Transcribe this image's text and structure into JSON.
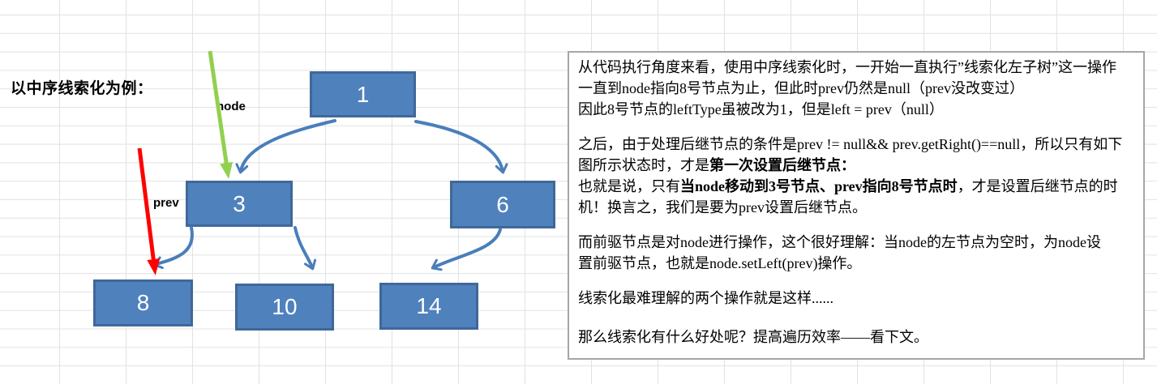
{
  "canvas": {
    "title": "以中序线索化为例："
  },
  "pointers": {
    "node_label": "node",
    "prev_label": "prev"
  },
  "tree": {
    "nodes": {
      "n1": "1",
      "n3": "3",
      "n6": "6",
      "n8": "8",
      "n10": "10",
      "n14": "14"
    },
    "edges": [
      "1-3",
      "1-6",
      "3-8",
      "3-10",
      "6-14"
    ]
  },
  "colors": {
    "node_fill": "#4F81BD",
    "node_border": "#3F6899",
    "connector_blue": "#4A7EBB",
    "arrow_green": "#92D050",
    "arrow_red": "#FF0000",
    "gridline": "#E2E2E2",
    "textbox_border": "#A6A6A6"
  },
  "textbox": {
    "paragraphs": [
      {
        "lines": [
          [
            {
              "t": "从代码执行角度来看，使用中序线索化时，一开始一直执行”线索化左子树”这一操作"
            }
          ],
          [
            {
              "t": "一直到node指向8号节点为止，但此时prev仍然是null（prev没改变过）"
            }
          ],
          [
            {
              "t": "因此8号节点的leftType虽被改为1，但是left = prev（null）"
            }
          ]
        ]
      },
      {
        "lines": [
          [
            {
              "t": "之后，由于处理后继节点的条件是prev != null&& prev.getRight()==null，所以只有如下"
            }
          ],
          [
            {
              "t": "图所示状态时，才是"
            },
            {
              "t": "第一次设置后继节点：",
              "b": true
            }
          ],
          [
            {
              "t": "也就是说，只有"
            },
            {
              "t": "当node移动到3号节点、prev指向8号节点时",
              "b": true
            },
            {
              "t": "，才是设置后继节点的时"
            }
          ],
          [
            {
              "t": "机！换言之，我们是要为prev设置后继节点。"
            }
          ]
        ]
      },
      {
        "lines": [
          [
            {
              "t": "而前驱节点是对node进行操作，这个很好理解：当node的左节点为空时，为node设"
            }
          ],
          [
            {
              "t": "置前驱节点，也就是node.setLeft(prev)操作。"
            }
          ]
        ]
      },
      {
        "lines": [
          [
            {
              "t": "线索化最难理解的两个操作就是这样......"
            }
          ]
        ],
        "gap": "lg"
      },
      {
        "lines": [
          [
            {
              "t": "那么线索化有什么好处呢？提高遍历效率——看下文。"
            }
          ]
        ]
      }
    ]
  }
}
